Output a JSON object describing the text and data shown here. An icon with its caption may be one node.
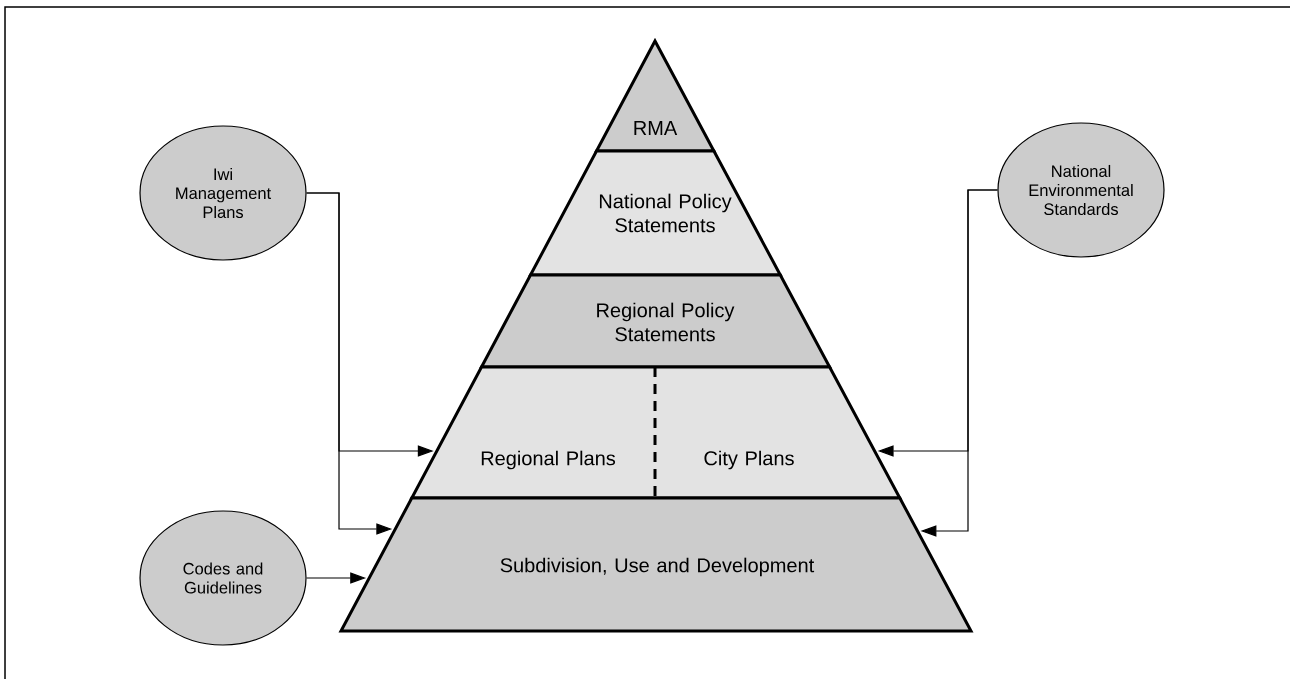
{
  "diagram": {
    "nodes": [
      {
        "text": [
          "RMA"
        ]
      },
      {
        "text": [
          "National Policy Statements"
        ]
      },
      {
        "text": [
          "Regional Policy Statements"
        ]
      },
      {
        "text": [
          "Regional Plans"
        ]
      },
      {
        "text": [
          "City Plans"
        ]
      },
      {
        "text": [
          "Subdivision, Use and Development"
        ]
      },
      {
        "text": [
          "Iwi Management Plans"
        ]
      },
      {
        "text": [
          "National Environmental Standards"
        ]
      },
      {
        "text": [
          "Codes and Guidelines"
        ]
      }
    ],
    "edges": [
      {
        "from": 6,
        "to": 3,
        "arrow": "to"
      },
      {
        "from": 6,
        "to": 5,
        "arrow": "to"
      },
      {
        "from": 7,
        "to": 4,
        "arrow": "to"
      },
      {
        "from": 7,
        "to": 5,
        "arrow": "to"
      },
      {
        "from": 8,
        "to": 5,
        "arrow": "to"
      }
    ]
  }
}
